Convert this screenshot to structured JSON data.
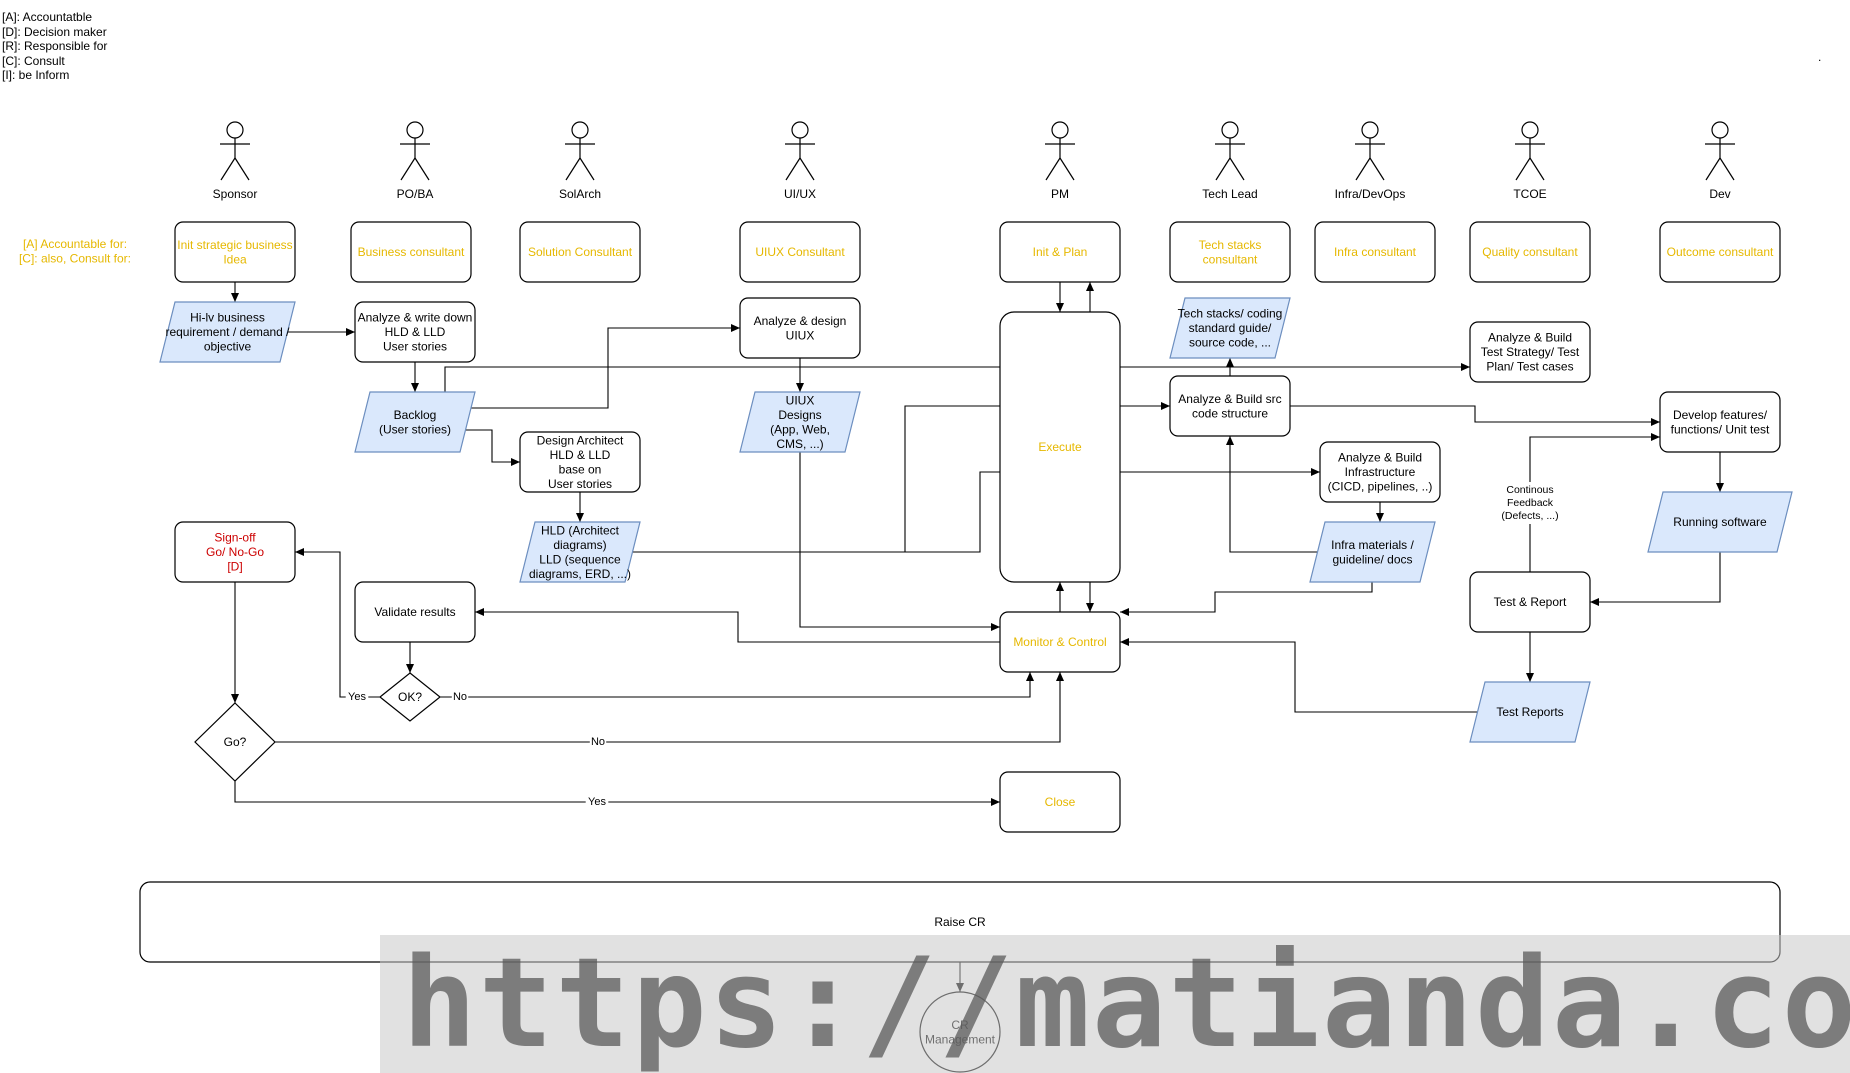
{
  "legend": [
    "[A]: Accountatble",
    "[D]: Decision maker",
    "[R]: Responsible for",
    "[C]: Consult",
    "[I]: be Inform"
  ],
  "side_label": [
    "[A] Accountable for:",
    "[C]: also, Consult for:"
  ],
  "corner_dot": ".",
  "colors": {
    "accent": "#E6B800",
    "red": "#CC0000",
    "para_fill": "#DAE8FC",
    "para_stroke": "#6C8EBF",
    "stroke": "#000000"
  },
  "actors": [
    "Sponsor",
    "PO/BA",
    "SolArch",
    "UI/UX",
    "PM",
    "Tech Lead",
    "Infra/DevOps",
    "TCOE",
    "Dev"
  ],
  "roles": [
    [
      "Init strategic business",
      "Idea"
    ],
    [
      "Business consultant"
    ],
    [
      "Solution Consultant"
    ],
    [
      "UIUX Consultant"
    ],
    [
      "Init & Plan"
    ],
    [
      "Tech stacks",
      "consultant"
    ],
    [
      "Infra consultant"
    ],
    [
      "Quality consultant"
    ],
    [
      "Outcome consultant"
    ]
  ],
  "boxes": {
    "analyze_hld": [
      "Analyze & write down",
      "HLD & LLD",
      "User stories"
    ],
    "analyze_uiux": [
      "Analyze & design",
      "UIUX"
    ],
    "design_arch": [
      "Design Architect",
      "HLD & LLD",
      "base on",
      "User stories"
    ],
    "analyze_src": [
      "Analyze & Build src",
      "code structure"
    ],
    "analyze_test": [
      "Analyze & Build",
      "Test Strategy/ Test",
      "Plan/ Test cases"
    ],
    "analyze_infra": [
      "Analyze & Build",
      "Infrastructure",
      "(CICD, pipelines, ..)"
    ],
    "develop": [
      "Develop features/",
      "functions/ Unit test"
    ],
    "signoff": [
      "Sign-off",
      "Go/ No-Go",
      "[D]"
    ],
    "validate": [
      "Validate results"
    ],
    "test_report": [
      "Test & Report"
    ],
    "execute": [
      "Execute"
    ],
    "monitor": [
      "Monitor & Control"
    ],
    "close": [
      "Close"
    ],
    "raise_cr": [
      "Raise CR"
    ],
    "cr_mgmt": [
      "CR",
      "Management"
    ]
  },
  "docs": {
    "hilv": [
      "Hi-lv business",
      "requirement / demand /",
      "objective"
    ],
    "backlog": [
      "Backlog",
      "(User stories)"
    ],
    "uiux_designs": [
      "UIUX",
      "Designs",
      "(App, Web,",
      "CMS, ...)"
    ],
    "hld": [
      "HLD (Architect",
      "diagrams)",
      "LLD (sequence",
      "diagrams, ERD, ...)"
    ],
    "tech_stacks": [
      "Tech stacks/ coding",
      "standard guide/",
      "source code, ..."
    ],
    "infra_materials": [
      "Infra materials /",
      "guideline/ docs"
    ],
    "running": [
      "Running software"
    ],
    "test_reports": [
      "Test Reports"
    ]
  },
  "decisions": {
    "ok": "OK?",
    "go": "Go?"
  },
  "edge_labels": {
    "yes1": "Yes",
    "no1": "No",
    "no2": "No",
    "yes2": "Yes",
    "feedback": [
      "Continous",
      "Feedback",
      "(Defects, ...)"
    ]
  },
  "watermark": "https://matianda.com"
}
